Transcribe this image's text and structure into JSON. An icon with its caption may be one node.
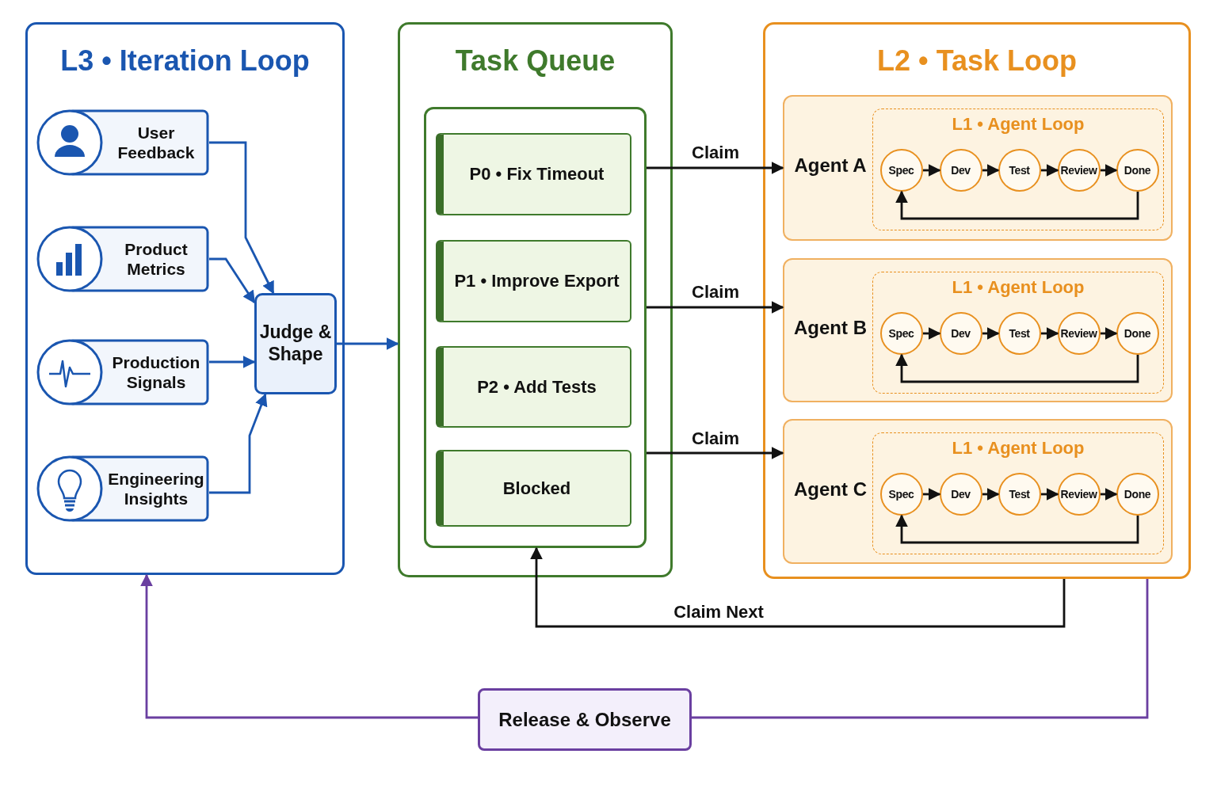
{
  "diagram": {
    "nodes": [
      {
        "text": [
          "L3 • Iteration Loop"
        ]
      },
      {
        "text": [
          "User Feedback"
        ],
        "in": 0
      },
      {
        "text": [
          "Product Metrics"
        ],
        "in": 0
      },
      {
        "text": [
          "Production Signals"
        ],
        "in": 0
      },
      {
        "text": [
          "Engineering Insights"
        ],
        "in": 0
      },
      {
        "text": [
          "Judge & Shape"
        ],
        "in": 0
      },
      {
        "text": [
          "Task Queue"
        ]
      },
      {
        "text": [],
        "shape": "box",
        "in": 6
      },
      {
        "text": [
          "P0 • Fix Timeout"
        ],
        "in": 7
      },
      {
        "text": [
          "P1 • Improve Export"
        ],
        "in": 7
      },
      {
        "text": [
          "P2 • Add Tests"
        ],
        "in": 7
      },
      {
        "text": [
          "Blocked"
        ],
        "in": 7
      },
      {
        "text": [
          "L2 • Task Loop"
        ]
      },
      {
        "text": [
          "Agent A"
        ],
        "in": 12
      },
      {
        "text": [
          "L1 • Agent Loop"
        ],
        "in": 13
      },
      {
        "text": [
          "Spec"
        ],
        "in": 14
      },
      {
        "text": [
          "Dev"
        ],
        "in": 14
      },
      {
        "text": [
          "Test"
        ],
        "in": 14
      },
      {
        "text": [
          "Review"
        ],
        "in": 14
      },
      {
        "text": [
          "Done"
        ],
        "in": 14
      },
      {
        "text": [
          "Agent B"
        ],
        "in": 12
      },
      {
        "text": [
          "L1 • Agent Loop"
        ],
        "in": 20
      },
      {
        "text": [
          "Spec"
        ],
        "in": 21
      },
      {
        "text": [
          "Dev"
        ],
        "in": 21
      },
      {
        "text": [
          "Test"
        ],
        "in": 21
      },
      {
        "text": [
          "Review"
        ],
        "in": 21
      },
      {
        "text": [
          "Done"
        ],
        "in": 21
      },
      {
        "text": [
          "Agent C"
        ],
        "in": 12
      },
      {
        "text": [
          "L1 • Agent Loop"
        ],
        "in": 27
      },
      {
        "text": [
          "Spec"
        ],
        "in": 28
      },
      {
        "text": [
          "Dev"
        ],
        "in": 28
      },
      {
        "text": [
          "Test"
        ],
        "in": 28
      },
      {
        "text": [
          "Review"
        ],
        "in": 28
      },
      {
        "text": [
          "Done"
        ],
        "in": 28
      },
      {
        "text": [
          "Release & Observe"
        ]
      }
    ],
    "edges": [
      {
        "from": 1,
        "to": 5,
        "arrow": "to",
        "color": "#1a56b0"
      },
      {
        "from": 2,
        "to": 5,
        "arrow": "to",
        "color": "#1a56b0"
      },
      {
        "from": 3,
        "to": 5,
        "arrow": "to",
        "color": "#1a56b0"
      },
      {
        "from": 4,
        "to": 5,
        "arrow": "to",
        "color": "#1a56b0"
      },
      {
        "from": 5,
        "to": 6,
        "arrow": "to",
        "color": "#1a56b0"
      },
      {
        "from": 7,
        "to": 13,
        "arrow": "to",
        "label": "Claim"
      },
      {
        "from": 7,
        "to": 20,
        "arrow": "to",
        "label": "Claim"
      },
      {
        "from": 7,
        "to": 27,
        "arrow": "to",
        "label": "Claim"
      },
      {
        "from": 15,
        "to": 16,
        "arrow": "to"
      },
      {
        "from": 16,
        "to": 17,
        "arrow": "to"
      },
      {
        "from": 17,
        "to": 18,
        "arrow": "to"
      },
      {
        "from": 18,
        "to": 19,
        "arrow": "to"
      },
      {
        "from": 19,
        "to": 15,
        "arrow": "to"
      },
      {
        "from": 22,
        "to": 23,
        "arrow": "to"
      },
      {
        "from": 23,
        "to": 24,
        "arrow": "to"
      },
      {
        "from": 24,
        "to": 25,
        "arrow": "to"
      },
      {
        "from": 25,
        "to": 26,
        "arrow": "to"
      },
      {
        "from": 26,
        "to": 22,
        "arrow": "to"
      },
      {
        "from": 29,
        "to": 30,
        "arrow": "to"
      },
      {
        "from": 30,
        "to": 31,
        "arrow": "to"
      },
      {
        "from": 31,
        "to": 32,
        "arrow": "to"
      },
      {
        "from": 32,
        "to": 33,
        "arrow": "to"
      },
      {
        "from": 33,
        "to": 29,
        "arrow": "to"
      },
      {
        "from": 12,
        "to": 7,
        "arrow": "to",
        "label": "Claim Next"
      },
      {
        "from": 12,
        "to": 34,
        "arrow": "none",
        "color": "#6a3fa0"
      },
      {
        "from": 34,
        "to": 0,
        "arrow": "to",
        "color": "#6a3fa0"
      }
    ]
  }
}
